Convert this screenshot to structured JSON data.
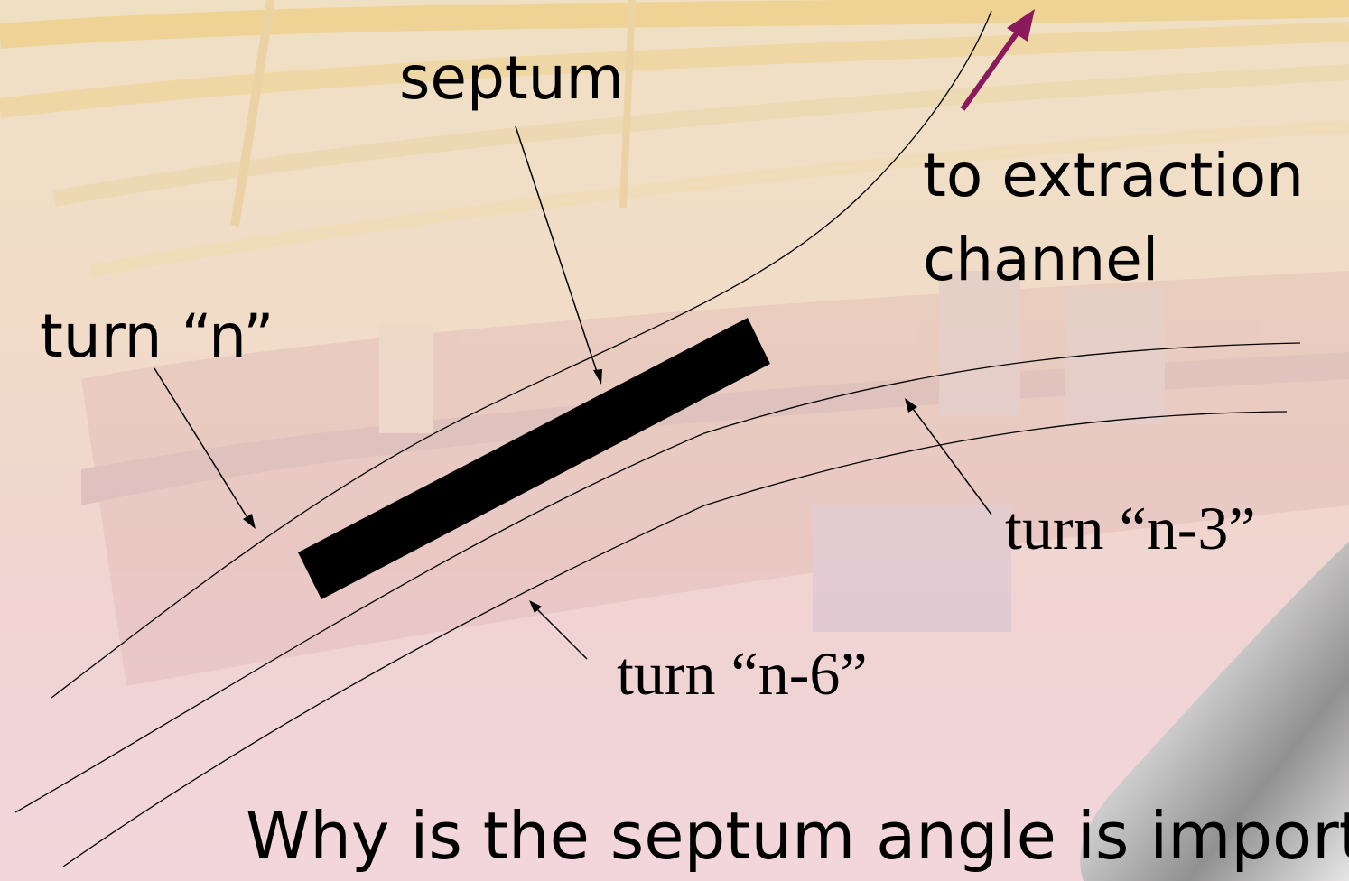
{
  "labels": {
    "septum": "septum",
    "extraction_line1": "to extraction",
    "extraction_line2": "channel",
    "turn_n": "turn “n”",
    "turn_n3": "turn “n-3”",
    "turn_n6": "turn “n-6”"
  },
  "question": "Why is the septum angle is importa",
  "colors": {
    "extraction_arrow": "#8b1a5c",
    "septum_block": "#000000",
    "trajectory_lines": "#000000",
    "background_tint": "#f2d6d8"
  }
}
